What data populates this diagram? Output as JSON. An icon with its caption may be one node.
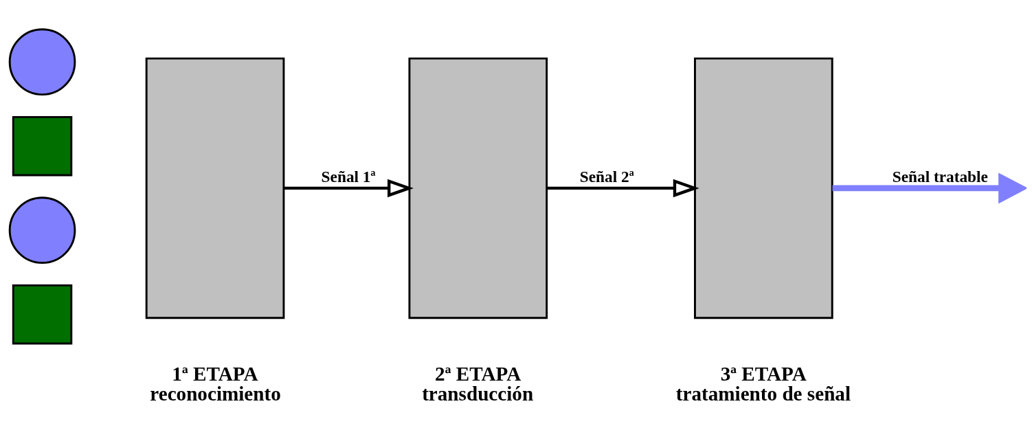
{
  "diagram": {
    "nodes": [
      {
        "text": [],
        "shape": "circle"
      },
      {
        "text": [],
        "shape": "box"
      },
      {
        "text": [],
        "shape": "circle"
      },
      {
        "text": [],
        "shape": "box"
      },
      {
        "text": [],
        "shape": "box",
        "beside": [
          "1ª ETAPA",
          "reconocimiento"
        ]
      },
      {
        "text": [],
        "shape": "box",
        "beside": [
          "2ª ETAPA",
          "transducción"
        ]
      },
      {
        "text": [],
        "shape": "box",
        "beside": [
          "3ª ETAPA",
          "tratamiento de señal"
        ]
      }
    ],
    "edges": [
      {
        "from": 4,
        "to": 5,
        "arrow": "to",
        "label": "Señal 1ª"
      },
      {
        "from": 5,
        "to": 6,
        "arrow": "to",
        "label": "Señal 2ª"
      },
      {
        "from": 6,
        "to": null,
        "arrow": "to",
        "label": "Señal tratable",
        "style": "thick",
        "color": "#8080ff"
      }
    ]
  }
}
